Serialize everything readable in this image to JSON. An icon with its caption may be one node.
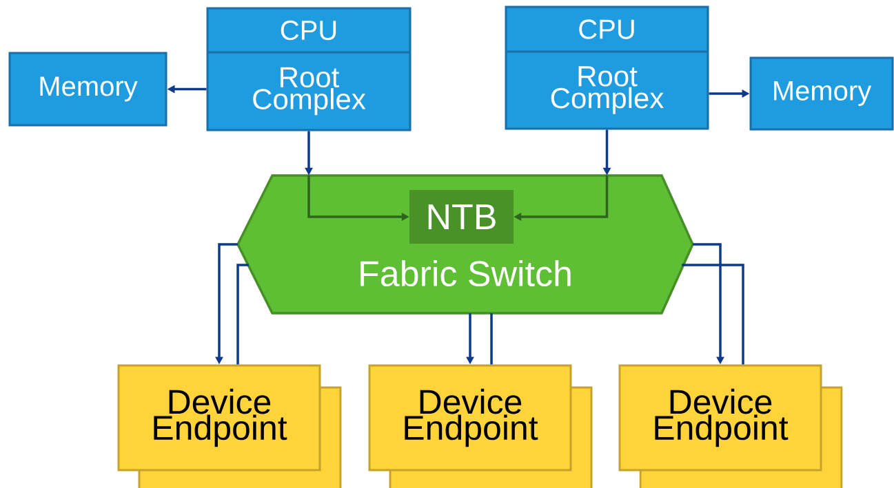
{
  "diagram": {
    "nodes": [
      {
        "text": [
          "CPU",
          "Root Complex"
        ]
      },
      {
        "text": [
          "Memory"
        ]
      },
      {
        "text": [
          "CPU",
          "Root Complex"
        ]
      },
      {
        "text": [
          "Memory"
        ]
      },
      {
        "text": [
          "Fabric Switch"
        ]
      },
      {
        "text": [
          "NTB"
        ],
        "in": 4
      },
      {
        "text": [
          "Device Endpoint"
        ]
      },
      {
        "text": [
          "Device Endpoint"
        ]
      },
      {
        "text": [
          "Device Endpoint"
        ]
      }
    ],
    "edges": [
      {
        "from": 0,
        "to": 1,
        "arrow": "to"
      },
      {
        "from": 2,
        "to": 3,
        "arrow": "to"
      },
      {
        "from": 0,
        "to": 4,
        "arrow": "to"
      },
      {
        "from": 2,
        "to": 4,
        "arrow": "to"
      },
      {
        "from": 4,
        "to": 5,
        "arrow": "to",
        "color": "#2f641c"
      },
      {
        "from": 4,
        "to": 5,
        "arrow": "to",
        "color": "#2f641c"
      },
      {
        "from": 4,
        "to": 6,
        "arrow": "to"
      },
      {
        "from": 6,
        "to": 4,
        "arrow": "none"
      },
      {
        "from": 4,
        "to": 7,
        "arrow": "to"
      },
      {
        "from": 7,
        "to": 4,
        "arrow": "none"
      },
      {
        "from": 4,
        "to": 8,
        "arrow": "to"
      },
      {
        "from": 8,
        "to": 4,
        "arrow": "none"
      }
    ]
  }
}
